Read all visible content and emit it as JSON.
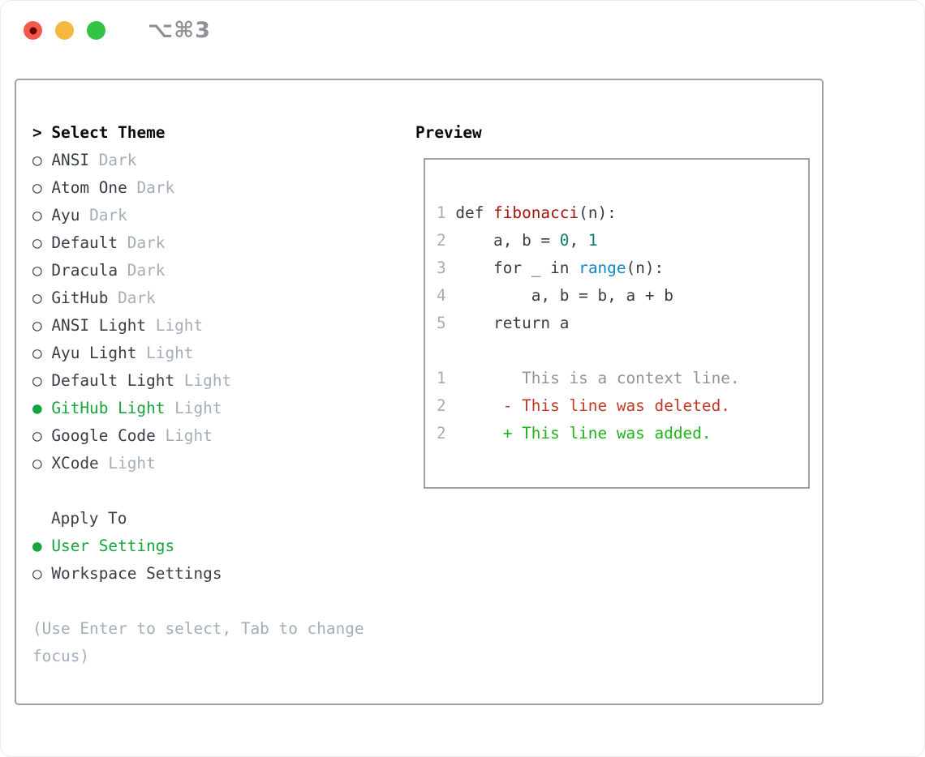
{
  "window": {
    "title": "⌥⌘3",
    "traffic_lights": [
      {
        "name": "close",
        "color": "#f15b4d",
        "dot": "#700002"
      },
      {
        "name": "minimize",
        "color": "#f5b73d"
      },
      {
        "name": "zoom",
        "color": "#33c244"
      }
    ]
  },
  "palette": {
    "panel_border": "#9aa3ae",
    "text": "#383e45",
    "muted": "#a4aeb8",
    "selection_green": "#17a53d",
    "added_green": "#1eb418",
    "deleted_red": "#c23a26",
    "function_red": "#a5150f",
    "number_teal": "#0d8070",
    "builtin_blue": "#1088c5",
    "context_gray": "#8d949c"
  },
  "theme_picker": {
    "header_prefix": ">",
    "header": "Select Theme",
    "marker_selected": "●",
    "marker_unselected": "○",
    "items": [
      {
        "name": "ANSI",
        "variant": "Dark",
        "selected": false
      },
      {
        "name": "Atom One",
        "variant": "Dark",
        "selected": false
      },
      {
        "name": "Ayu",
        "variant": "Dark",
        "selected": false
      },
      {
        "name": "Default",
        "variant": "Dark",
        "selected": false
      },
      {
        "name": "Dracula",
        "variant": "Dark",
        "selected": false
      },
      {
        "name": "GitHub",
        "variant": "Dark",
        "selected": false
      },
      {
        "name": "ANSI Light",
        "variant": "Light",
        "selected": false
      },
      {
        "name": "Ayu Light",
        "variant": "Light",
        "selected": false
      },
      {
        "name": "Default Light",
        "variant": "Light",
        "selected": false
      },
      {
        "name": "GitHub Light",
        "variant": "Light",
        "selected": true
      },
      {
        "name": "Google Code",
        "variant": "Light",
        "selected": false
      },
      {
        "name": "XCode",
        "variant": "Light",
        "selected": false
      }
    ]
  },
  "apply_to": {
    "header": "Apply To",
    "options": [
      {
        "label": "User Settings",
        "selected": true
      },
      {
        "label": "Workspace Settings",
        "selected": false
      }
    ]
  },
  "hint": "(Use Enter to select, Tab to change focus)",
  "preview": {
    "title": "Preview",
    "code_lines": [
      {
        "num": "1",
        "tokens": [
          {
            "c": "plain",
            "t": " def "
          },
          {
            "c": "func",
            "t": "fibonacci"
          },
          {
            "c": "plain",
            "t": "(n):"
          }
        ]
      },
      {
        "num": "2",
        "tokens": [
          {
            "c": "plain",
            "t": "     a, b = "
          },
          {
            "c": "number",
            "t": "0"
          },
          {
            "c": "plain",
            "t": ", "
          },
          {
            "c": "number",
            "t": "1"
          }
        ]
      },
      {
        "num": "3",
        "tokens": [
          {
            "c": "plain",
            "t": "     for _ in "
          },
          {
            "c": "builtin",
            "t": "range"
          },
          {
            "c": "plain",
            "t": "(n):"
          }
        ]
      },
      {
        "num": "4",
        "tokens": [
          {
            "c": "plain",
            "t": "         a, b = b, a + b"
          }
        ]
      },
      {
        "num": "5",
        "tokens": [
          {
            "c": "plain",
            "t": "     return a"
          }
        ]
      }
    ],
    "diff_lines": [
      {
        "num": "1",
        "tokens": [
          {
            "c": "context",
            "t": "        This is a context line."
          }
        ]
      },
      {
        "num": "2",
        "tokens": [
          {
            "c": "deleted",
            "t": "      - This line was deleted."
          }
        ]
      },
      {
        "num": "2",
        "tokens": [
          {
            "c": "added",
            "t": "      + This line was added."
          }
        ]
      }
    ]
  }
}
